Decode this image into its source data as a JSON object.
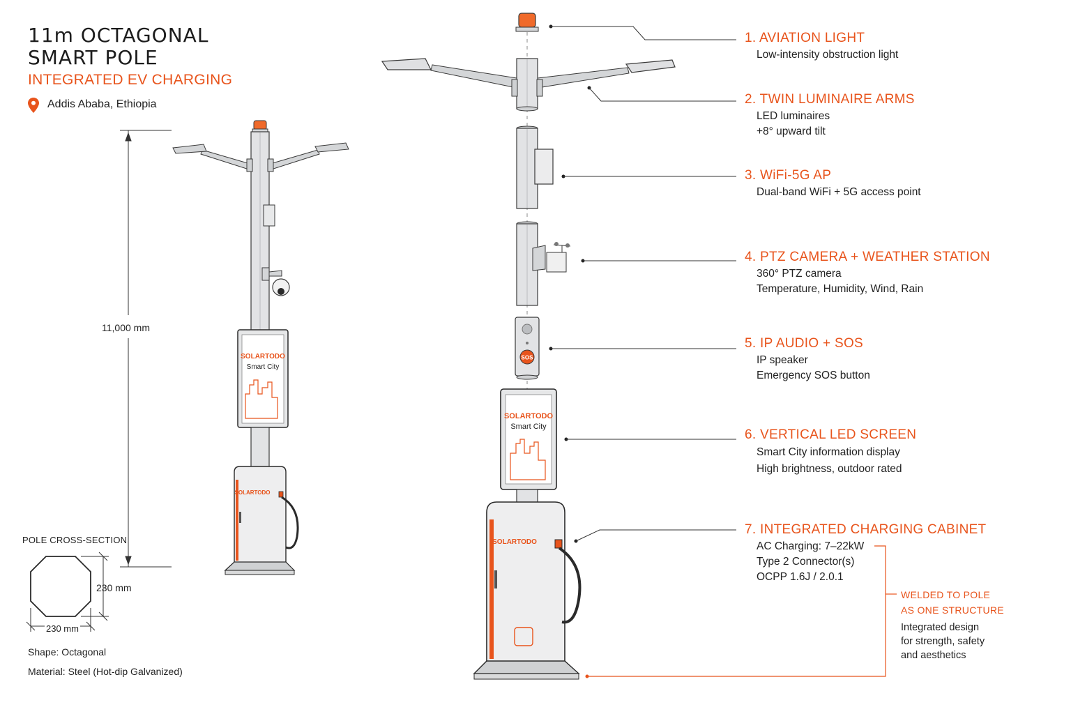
{
  "header": {
    "title_line1": "11m OCTAGONAL",
    "title_line2": "SMART POLE",
    "subtitle": "INTEGRATED EV CHARGING",
    "location": "Addis Ababa, Ethiopia"
  },
  "colors": {
    "accent": "#e8541c",
    "steel": "#d4d6d8",
    "outline": "#3a3a3a"
  },
  "dimensions": {
    "height": "11,000 mm",
    "cross_section_title": "POLE CROSS-SECTION",
    "cs_height": "230 mm",
    "cs_width": "230 mm",
    "shape": {
      "label": "Shape:",
      "value": "Octagonal"
    },
    "material": {
      "label": "Material:",
      "value": "Steel (Hot-dip Galvanized)"
    }
  },
  "branding": {
    "screen_brand": "SOLARTODO",
    "screen_tag": "Smart City",
    "cabinet_brand": "SOLARTODO",
    "sos": "SOS"
  },
  "components": [
    {
      "title": "1. AVIATION LIGHT",
      "lines": [
        "Low-intensity obstruction light"
      ]
    },
    {
      "title": "2. TWIN LUMINAIRE ARMS",
      "lines": [
        "LED luminaires",
        "+8° upward tilt"
      ]
    },
    {
      "title": "3. WiFi-5G AP",
      "lines": [
        "Dual-band WiFi + 5G access point"
      ]
    },
    {
      "title": "4. PTZ CAMERA + WEATHER STATION",
      "lines": [
        "360° PTZ camera",
        "Temperature, Humidity, Wind, Rain"
      ]
    },
    {
      "title": "5. IP AUDIO + SOS",
      "lines": [
        "IP speaker",
        "Emergency SOS button"
      ]
    },
    {
      "title": "6. VERTICAL LED SCREEN",
      "lines": [
        "Smart City information display",
        "High brightness, outdoor rated"
      ]
    },
    {
      "title": "7. INTEGRATED CHARGING CABINET",
      "lines": [
        "AC Charging: 7–22kW",
        "Type 2 Connector(s)",
        "OCPP 1.6J / 2.0.1"
      ]
    }
  ],
  "weld_note": {
    "title_line1": "WELDED TO POLE",
    "title_line2": "AS ONE STRUCTURE",
    "lines": [
      "Integrated design",
      "for strength, safety",
      "and aesthetics"
    ]
  }
}
